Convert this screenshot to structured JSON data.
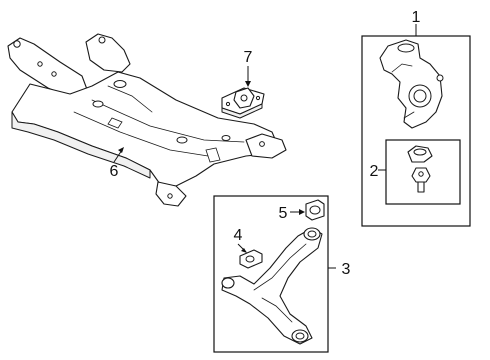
{
  "callouts": {
    "c1": "1",
    "c2": "2",
    "c3": "3",
    "c4": "4",
    "c5": "5",
    "c6": "6",
    "c7": "7"
  },
  "colors": {
    "line": "#1a1a1a",
    "background": "#ffffff",
    "part_shade": "#f1f1f1"
  }
}
